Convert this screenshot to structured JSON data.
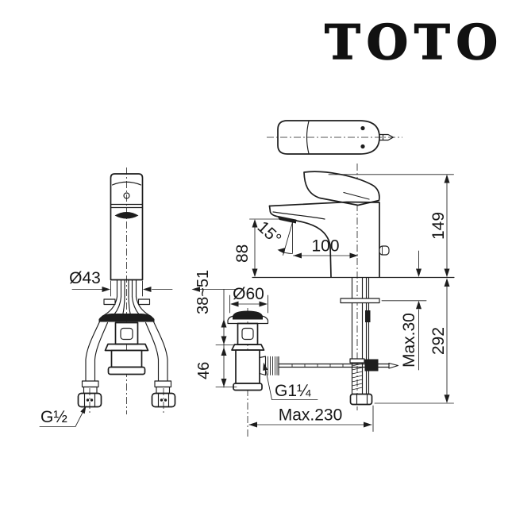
{
  "brand": {
    "logo_text": "TOTO"
  },
  "labels": {
    "front_view": {
      "body_diameter": "Ø43",
      "supply_thread": "G½"
    },
    "drain": {
      "deck_thickness_range": "38~51",
      "flange_diameter": "Ø60",
      "body_height": "46",
      "drain_thread": "G1¼",
      "max_reach": "Max.230"
    },
    "side_view": {
      "spout_outlet_height": "88",
      "spout_angle": "15°",
      "spout_reach": "100",
      "height_above_deck": "149",
      "max_deck_thickness": "Max.30",
      "depth_below_deck": "292"
    }
  },
  "colors": {
    "line": "#1d1d1d",
    "background": "#ffffff"
  }
}
